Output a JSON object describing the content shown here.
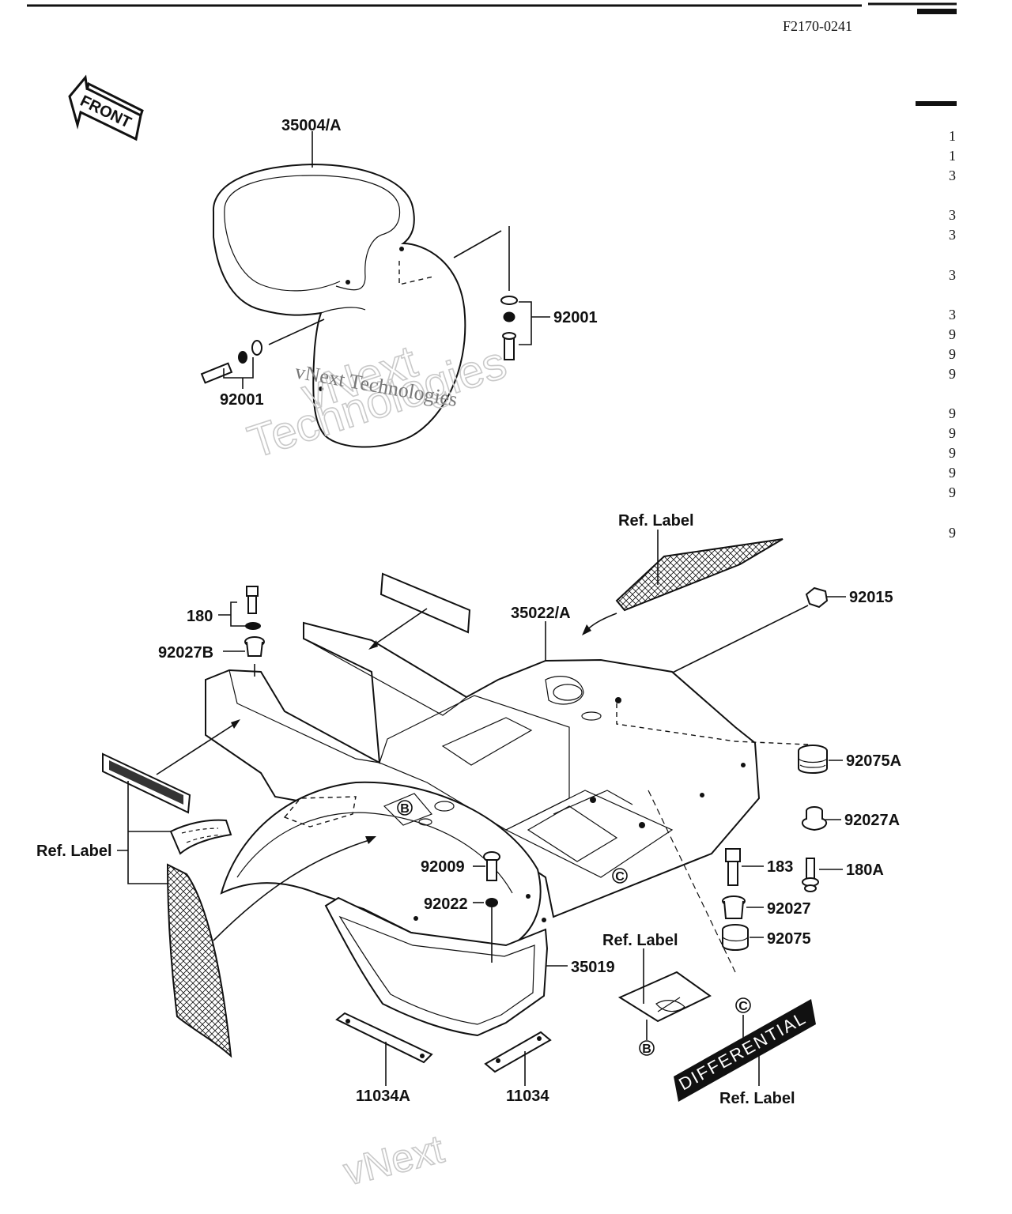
{
  "header": {
    "doc_code": "F2170-0241"
  },
  "front_arrow": {
    "text": "FRONT"
  },
  "watermark": {
    "line1": "vNext",
    "line2": "Technologies",
    "inline": "vNext Technologies",
    "bottom": "vNext"
  },
  "callouts": {
    "p35004A": "35004/A",
    "p92001_right": "92001",
    "p92001_left": "92001",
    "ref_label_top": "Ref. Label",
    "p92015": "92015",
    "p35022A": "35022/A",
    "p180": "180",
    "p92027B": "92027B",
    "p92075A": "92075A",
    "p92027A": "92027A",
    "ref_label_left": "Ref. Label",
    "p92009": "92009",
    "p183": "183",
    "p180A": "180A",
    "p92022": "92022",
    "p92027": "92027",
    "p92075": "92075",
    "ref_label_mid": "Ref. Label",
    "p35019": "35019",
    "p11034A": "11034A",
    "p11034": "11034",
    "ref_label_bottom": "Ref. Label"
  },
  "markers": {
    "b1": "B",
    "b2": "B",
    "c1": "C",
    "c2": "C"
  },
  "differential_label": {
    "text": "DIFFERENTIAL"
  },
  "side_column": {
    "chars": [
      "1",
      "1",
      "3",
      "3",
      "3",
      "3",
      "3",
      "9",
      "9",
      "9",
      "9",
      "9",
      "9",
      "9",
      "9",
      "9"
    ]
  }
}
